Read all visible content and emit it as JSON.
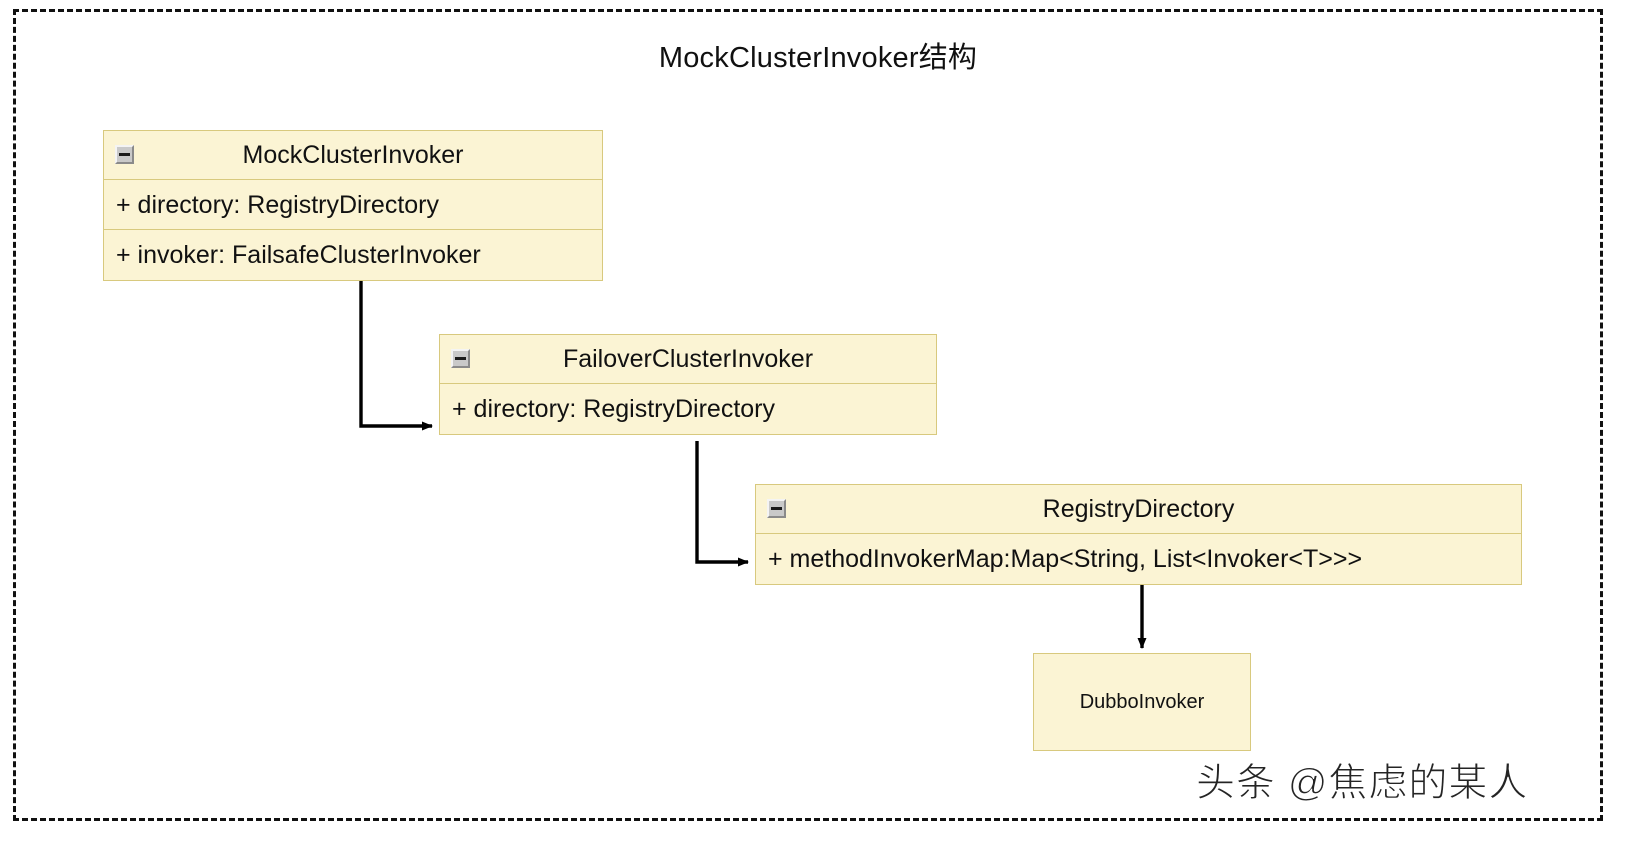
{
  "diagram": {
    "title": "MockClusterInvoker结构",
    "frame_style": "dashed",
    "background_color": "#ffffff",
    "box_fill_color": "#fbf4d4",
    "box_border_color": "#d8c97e",
    "connector_color": "#000000"
  },
  "classes": [
    {
      "id": "mock-cluster-invoker",
      "name": "MockClusterInvoker",
      "collapse_icon": "minus-icon",
      "attributes": [
        "+ directory: RegistryDirectory",
        "+ invoker: FailsafeClusterInvoker"
      ]
    },
    {
      "id": "failover-cluster-invoker",
      "name": "FailoverClusterInvoker",
      "collapse_icon": "minus-icon",
      "attributes": [
        "+ directory: RegistryDirectory"
      ]
    },
    {
      "id": "registry-directory",
      "name": "RegistryDirectory",
      "collapse_icon": "minus-icon",
      "attributes": [
        "+ methodInvokerMap:Map<String, List<Invoker<T>>>"
      ]
    }
  ],
  "simple_nodes": [
    {
      "id": "dubbo-invoker",
      "name": "DubboInvoker"
    }
  ],
  "connectors": [
    {
      "from": "MockClusterInvoker",
      "to": "FailoverClusterInvoker",
      "arrow": "open-arrow"
    },
    {
      "from": "FailoverClusterInvoker",
      "to": "RegistryDirectory",
      "arrow": "open-arrow"
    },
    {
      "from": "RegistryDirectory",
      "to": "DubboInvoker",
      "arrow": "open-arrow"
    }
  ],
  "watermark": {
    "text": "头条 @焦虑的某人"
  }
}
